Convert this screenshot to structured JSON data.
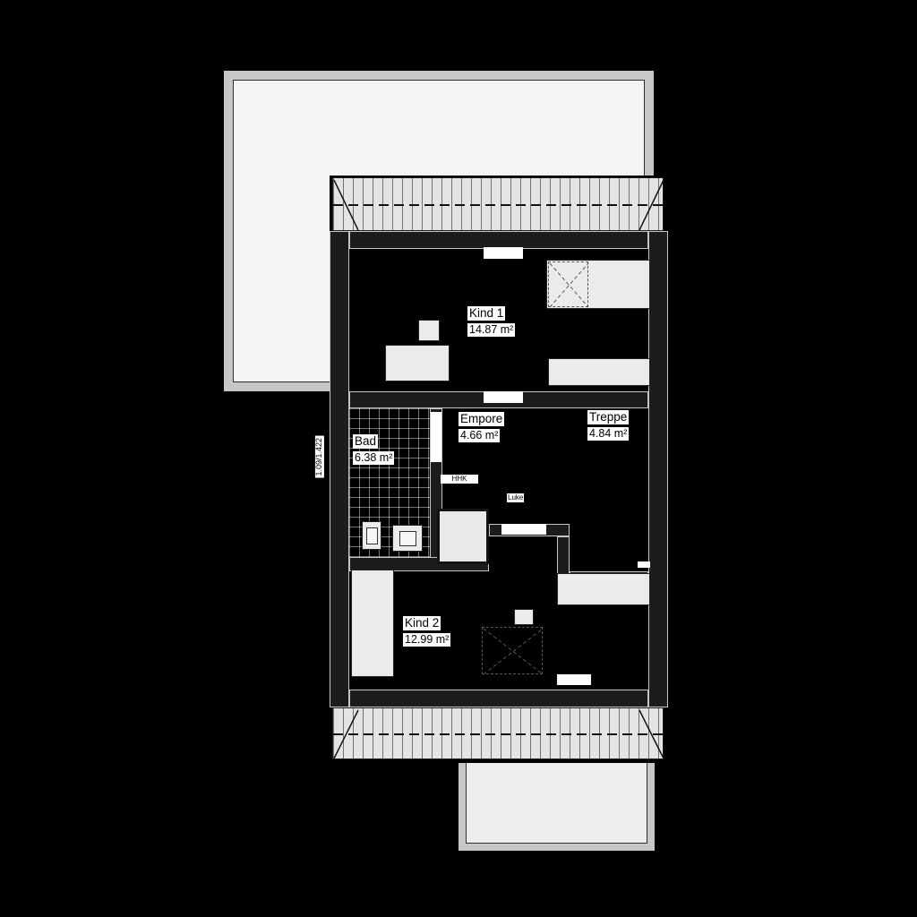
{
  "plan": {
    "rooms": [
      {
        "id": "kind1",
        "name": "Kind 1",
        "area": "14.87 m²"
      },
      {
        "id": "empore",
        "name": "Empore",
        "area": "4.66 m²"
      },
      {
        "id": "treppe",
        "name": "Treppe",
        "area": "4.84 m²"
      },
      {
        "id": "bad",
        "name": "Bad",
        "area": "6.38 m²"
      },
      {
        "id": "kind2",
        "name": "Kind 2",
        "area": "12.99 m²"
      }
    ],
    "annotations": {
      "hhk": "HHK",
      "luke": "Luke",
      "dimension": "1.09/1.422"
    },
    "colors": {
      "background": "#000000",
      "wall": "#1c1c1c",
      "room_floor": "#000000",
      "furniture": "#ebebeb",
      "roof_band": "#e4e4e4",
      "roof_plane_border": "#c7c7c7",
      "roof_plane_inner": "#f4f4f4",
      "label_bg": "#ffffff",
      "label_text": "#000000"
    }
  }
}
